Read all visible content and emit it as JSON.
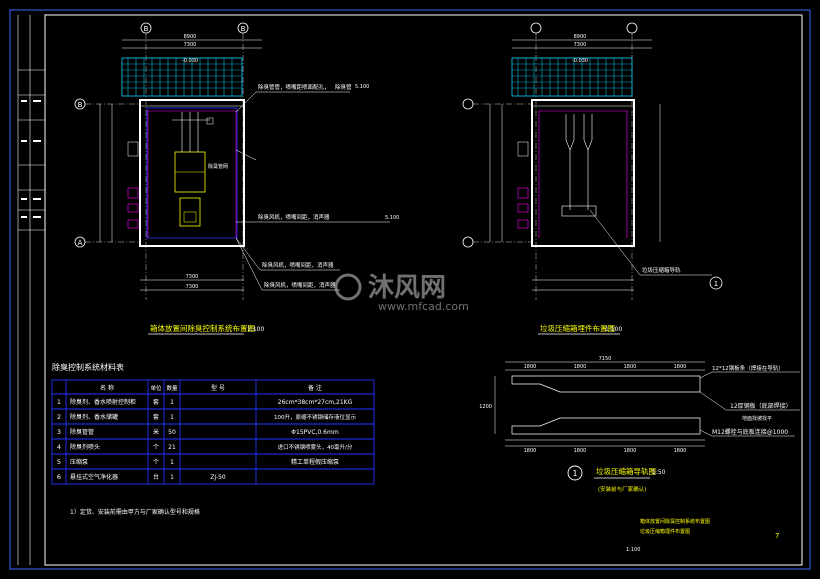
{
  "drawing": {
    "plan_left_title": "箱体放置间除臭控制系统布置图",
    "plan_left_scale": "1:100",
    "plan_right_title": "垃圾压缩箱埋件布置图",
    "plan_right_scale": "1:100",
    "detail_title": "垃圾压缩箱导轨图",
    "detail_scale": "1:50",
    "detail_note": "(安装前与厂家确认)",
    "detail_marker": "1",
    "axis_left_top": "B",
    "axis_left_top2": "B",
    "axis_left_bottom": "A",
    "axis_row_a": "A",
    "axis_row_b": "B",
    "dim_top_total": "8900",
    "dim_mid": "7300",
    "dim_bottom_1": "7300",
    "dim_bottom_2": "7300",
    "dim_right_top_total": "8900",
    "dim_right_mid": "7300",
    "elev_roof": "-0.030",
    "elev_right_roof": "-0.030",
    "right_label_1": "5.100",
    "right_label_2": "5.100",
    "ann_1": "除臭管管，喷嘴距喷面配孔，",
    "ann_1b": "除臭管",
    "ann_2": "除臭风机，喷嘴间距，消声器",
    "ann_3": "除臭风机，喷嘴间距，消声器",
    "ann_4": "除臭风机，喷嘴间距，消声器",
    "ann_rail": "垃圾压缩箱导轨",
    "ann_rail_circle": "1",
    "legend_center": "除臭管网",
    "detail_total": "7150",
    "detail_seg": [
      "1800",
      "1800",
      "1800",
      "1800"
    ],
    "detail_rail_label_1": "12*12钢板条（焊接在导轨）",
    "detail_rail_label_2": "12厚钢板（底部焊接）",
    "detail_rail_label_3": "地面找坡找平",
    "detail_rail_label_4": "M12螺栓与底板连接@1000",
    "detail_dim_v": "1200",
    "footer_text_1": "箱体放置间除臭控制系统布置图",
    "footer_text_2": "垃圾压缩箱埋件布置图",
    "footer_scale": "1:100",
    "sheet_no": "7",
    "watermark_name": "沐风网",
    "watermark_url": "www.mfcad.com"
  },
  "table": {
    "title": "除臭控制系统材料表",
    "headers": [
      "名   称",
      "单位",
      "数量",
      "型   号",
      "备   注"
    ],
    "rows": [
      {
        "no": "1",
        "name": "除臭剂、香水喷射控制柜",
        "unit": "套",
        "qty": "1",
        "model": "",
        "note": "26cm*38cm*27cm,21KG"
      },
      {
        "no": "2",
        "name": "除臭剂、香水储罐",
        "unit": "套",
        "qty": "1",
        "model": "",
        "note": "100升，原缩不锈钢储存液位显示"
      },
      {
        "no": "3",
        "name": "除臭管管",
        "unit": "米",
        "qty": "50",
        "model": "",
        "note": "Φ15PVC,0.6mm"
      },
      {
        "no": "4",
        "name": "除臭剂喷头",
        "unit": "个",
        "qty": "21",
        "model": "",
        "note": "进口不锈钢喷雾头，40毫升/分"
      },
      {
        "no": "5",
        "name": "压缩泵",
        "unit": "个",
        "qty": "1",
        "model": "",
        "note": "精工单程假压缩泵"
      },
      {
        "no": "6",
        "name": "悬挂式空气净化器",
        "unit": "台",
        "qty": "1",
        "model": "ZJ-50",
        "note": ""
      }
    ],
    "note": "1）定货、安装前需由甲方与厂家确认型号和规格"
  },
  "colors": {
    "line": "#ffffff",
    "cyan": "#00d8ff",
    "magenta": "#ff00ff",
    "yellow": "#ffff00",
    "blue": "#2233ff",
    "green": "#00ff66",
    "border": "#3a6aff"
  }
}
